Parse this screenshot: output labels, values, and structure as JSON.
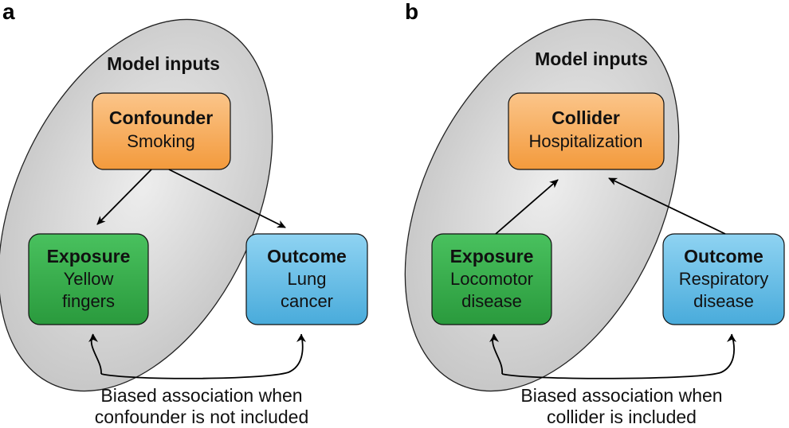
{
  "panels": {
    "a": {
      "label": "a",
      "heading": "Model inputs",
      "top_box": {
        "title": "Confounder",
        "line1": "Smoking",
        "color": "#f6a14a"
      },
      "left_box": {
        "title": "Exposure",
        "line1": "Yellow",
        "line2": "fingers",
        "color": "#36ad4b"
      },
      "right_box": {
        "title": "Outcome",
        "line1": "Lung",
        "line2": "cancer",
        "color": "#5ab8e4"
      },
      "caption_line1": "Biased association when",
      "caption_line2": "confounder is not included"
    },
    "b": {
      "label": "b",
      "heading": "Model inputs",
      "top_box": {
        "title": "Collider",
        "line1": "Hospitalization",
        "color": "#f6a14a"
      },
      "left_box": {
        "title": "Exposure",
        "line1": "Locomotor",
        "line2": "disease",
        "color": "#36ad4b"
      },
      "right_box": {
        "title": "Outcome",
        "line1": "Respiratory",
        "line2": "disease",
        "color": "#5ab8e4"
      },
      "caption_line1": "Biased association when",
      "caption_line2": "collider is included"
    }
  },
  "colors": {
    "ellipse_fill": "#c9c9c9",
    "confounder_orange": "#f6a14a",
    "exposure_green": "#36ad4b",
    "outcome_blue": "#5ab8e4"
  }
}
